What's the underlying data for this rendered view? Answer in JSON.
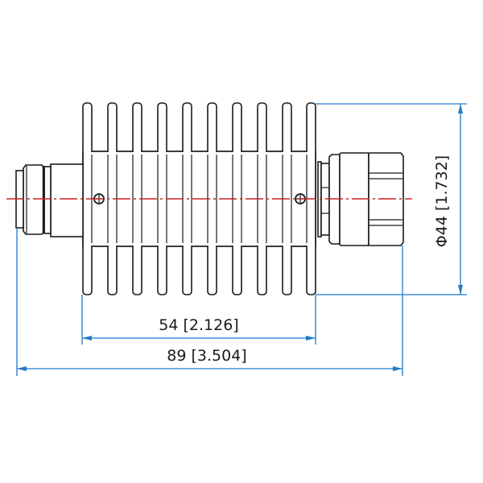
{
  "drawing": {
    "subject": "RF attenuator with finned heatsink",
    "fin_count": 10,
    "colors": {
      "outline": "#1a1a1a",
      "dimension": "#1f7ac9",
      "centerline": "#cc2222",
      "background": "#ffffff"
    }
  },
  "dimensions": {
    "body_length": {
      "label": "54 [2.126]",
      "mm": 54,
      "inch": 2.126
    },
    "overall_length": {
      "label": "89 [3.504]",
      "mm": 89,
      "inch": 3.504
    },
    "diameter": {
      "label": "Φ44 [1.732]",
      "mm": 44,
      "inch": 1.732,
      "symbol": "Φ"
    }
  }
}
